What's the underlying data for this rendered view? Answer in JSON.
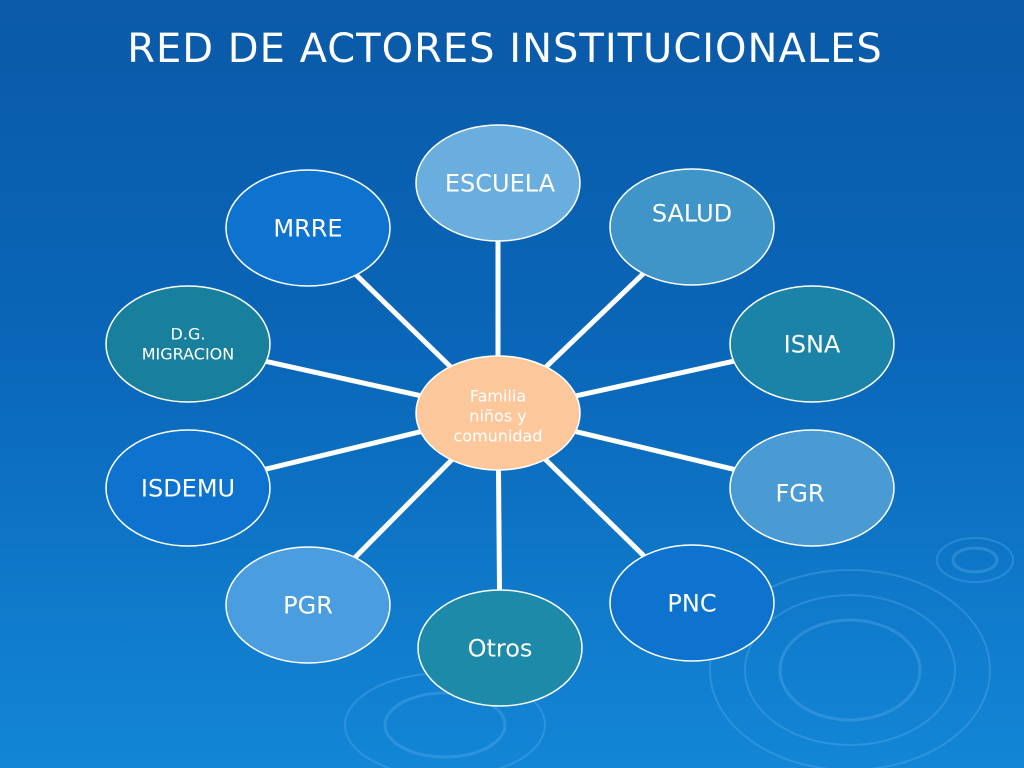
{
  "title": "RED DE ACTORES INSTITUCIONALES",
  "center": {
    "lines": [
      "Familia",
      "niños y",
      "comunidad"
    ],
    "fill": "#fcc89b"
  },
  "nodes": [
    {
      "id": "escuela",
      "lines": [
        "ESCUELA"
      ],
      "fill": "#6aaee0"
    },
    {
      "id": "salud",
      "lines": [
        "SALUD"
      ],
      "fill": "#3f94c8"
    },
    {
      "id": "isna",
      "lines": [
        "ISNA"
      ],
      "fill": "#1b82a8"
    },
    {
      "id": "fgr",
      "lines": [
        "FGR"
      ],
      "fill": "#4a9ad4"
    },
    {
      "id": "pnc",
      "lines": [
        "PNC"
      ],
      "fill": "#0d73cf"
    },
    {
      "id": "otros",
      "lines": [
        "Otros"
      ],
      "fill": "#1c8aa8"
    },
    {
      "id": "pgr",
      "lines": [
        "PGR"
      ],
      "fill": "#4a9ee0"
    },
    {
      "id": "isdemu",
      "lines": [
        "ISDEMU"
      ],
      "fill": "#0d73cf"
    },
    {
      "id": "dg-migracion",
      "lines": [
        "D.G.",
        "MIGRACION"
      ],
      "fill": "#187f9c"
    },
    {
      "id": "mrre",
      "lines": [
        "MRRE"
      ],
      "fill": "#0d73cf"
    }
  ],
  "colors": {
    "background": "#0a66b8",
    "connector": "#ffffff",
    "node_stroke": "#ffffff"
  }
}
